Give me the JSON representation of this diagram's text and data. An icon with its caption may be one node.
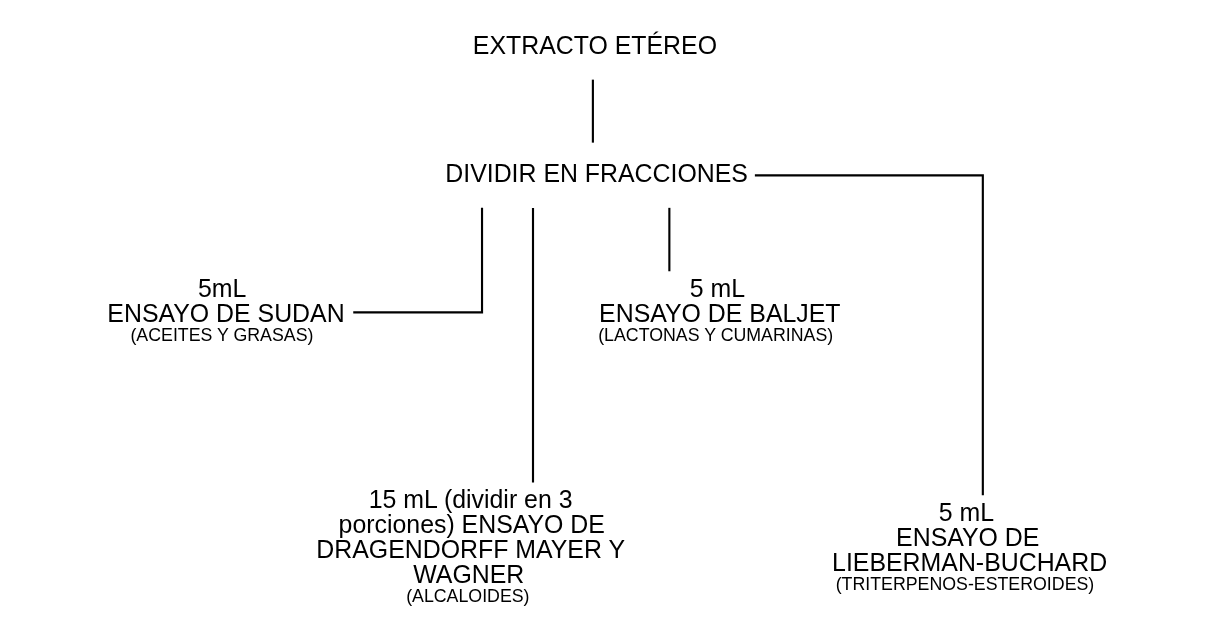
{
  "diagram": {
    "nodes": [
      {
        "text": [
          "EXTRACTO ETÉREO"
        ]
      },
      {
        "text": [
          "DIVIDIR EN FRACCIONES"
        ]
      },
      {
        "text": [
          "5mL",
          "ENSAYO DE SUDAN",
          "(ACEITES Y GRASAS)"
        ]
      },
      {
        "text": [
          "15 mL (dividir en 3 porciones) ENSAYO DE DRAGENDORFF MAYER Y WAGNER",
          "(ALCALOIDES)"
        ]
      },
      {
        "text": [
          "5 mL",
          "ENSAYO DE BALJET",
          "(LACTONAS Y CUMARINAS)"
        ]
      },
      {
        "text": [
          "5 mL",
          "ENSAYO DE LIEBERMAN-BUCHARD",
          "(TRITERPENOS-ESTEROIDES)"
        ]
      }
    ],
    "edges": [
      {
        "from": 0,
        "to": 1,
        "arrow": "none"
      },
      {
        "from": 1,
        "to": 2,
        "arrow": "none"
      },
      {
        "from": 1,
        "to": 3,
        "arrow": "none"
      },
      {
        "from": 1,
        "to": 4,
        "arrow": "none"
      },
      {
        "from": 1,
        "to": 5,
        "arrow": "none"
      }
    ]
  }
}
